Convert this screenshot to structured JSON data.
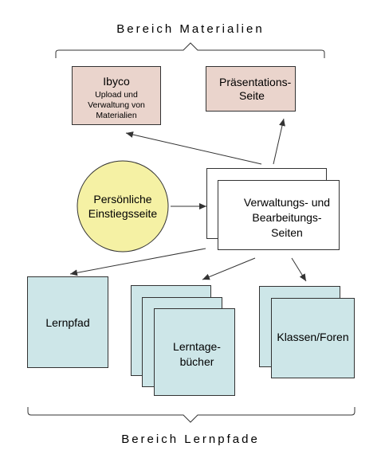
{
  "headings": {
    "top": "Bereich Materialien",
    "bottom": "Bereich Lernpfade"
  },
  "nodes": {
    "ibyco_title": "Ibyco",
    "ibyco_desc": "Upload und Verwaltung von Materialien",
    "presentation": "Präsentations-Seite",
    "personal": "Persönliche Einstiegsseite",
    "admin": "Verwaltungs- und Bearbeitungs- Seiten",
    "lernpfad": "Lernpfad",
    "lerntagebuecher": "Lerntage- bücher",
    "klassen": "Klassen/Foren"
  },
  "colors": {
    "pink": "#ead4cc",
    "teal": "#cde6e8",
    "yellow": "#f5f1a4",
    "line": "#333333"
  }
}
